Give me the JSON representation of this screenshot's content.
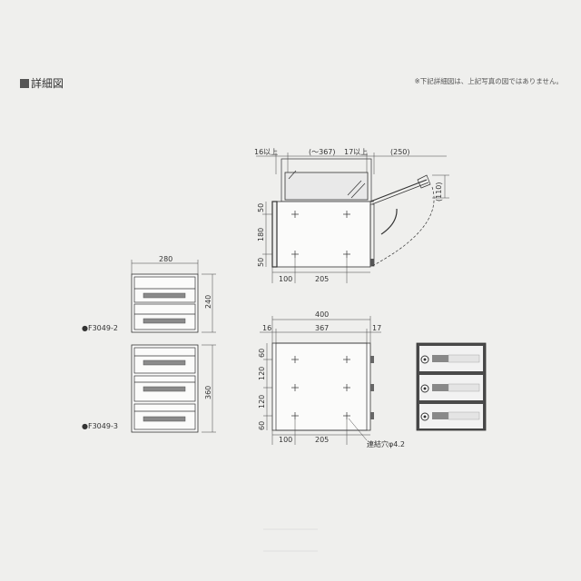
{
  "heading": "詳細図",
  "note": "※下記詳細図は、上記写真の図ではありません。",
  "side_view": {
    "top_dims": [
      "16以上",
      "(～367)",
      "17以上",
      "(250)"
    ],
    "right_dim": "(110)",
    "left_dims": [
      "50",
      "180",
      "50"
    ],
    "bottom_dims": [
      "100",
      "205"
    ]
  },
  "front_views": {
    "width_dim": "280",
    "model_2": {
      "label": "●F3049-2",
      "height_dim": "240"
    },
    "model_3": {
      "label": "●F3049-3",
      "height_dim": "360"
    }
  },
  "back_view": {
    "total_width": "400",
    "top_dims": [
      "16",
      "367",
      "17"
    ],
    "left_dims": [
      "60",
      "120",
      "120",
      "60"
    ],
    "bottom_dims": [
      "100",
      "205"
    ],
    "hole_label": "連結穴φ4.2"
  }
}
